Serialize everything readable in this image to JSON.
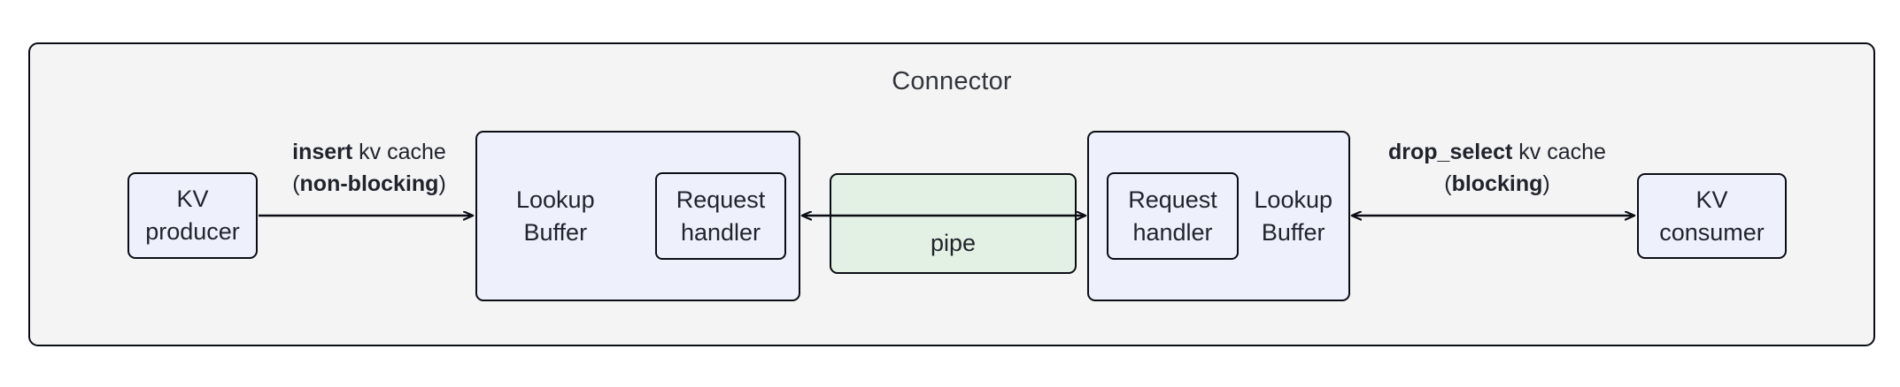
{
  "diagram": {
    "title": "Connector",
    "type": "architecture-block-diagram",
    "nodes": {
      "kv_producer": {
        "line1": "KV",
        "line2": "producer"
      },
      "lookup_buffer_left": {
        "line1": "Lookup",
        "line2": "Buffer"
      },
      "request_handler_left": {
        "line1": "Request",
        "line2": "handler"
      },
      "pipe": {
        "label": "pipe"
      },
      "request_handler_right": {
        "line1": "Request",
        "line2": "handler"
      },
      "lookup_buffer_right": {
        "line1": "Lookup",
        "line2": "Buffer"
      },
      "kv_consumer": {
        "line1": "KV",
        "line2": "consumer"
      }
    },
    "edges": {
      "insert": {
        "line1_bold": "insert",
        "line1_rest": " kv cache",
        "line2_open": "(",
        "line2_bold": "non-blocking",
        "line2_close": ")",
        "direction": "one-way-right"
      },
      "pipe_link": {
        "direction": "bidirectional"
      },
      "drop_select": {
        "line1_bold": "drop_select",
        "line1_rest": " kv cache",
        "line2_open": "(",
        "line2_bold": "blocking",
        "line2_close": ")",
        "direction": "bidirectional"
      }
    },
    "colors": {
      "container_fill": "#f4f4f4",
      "node_fill": "#eef1fc",
      "pipe_fill": "#e3f0e4",
      "stroke": "#0b0d14",
      "text": "#21242c",
      "title_text": "#32353c"
    }
  }
}
